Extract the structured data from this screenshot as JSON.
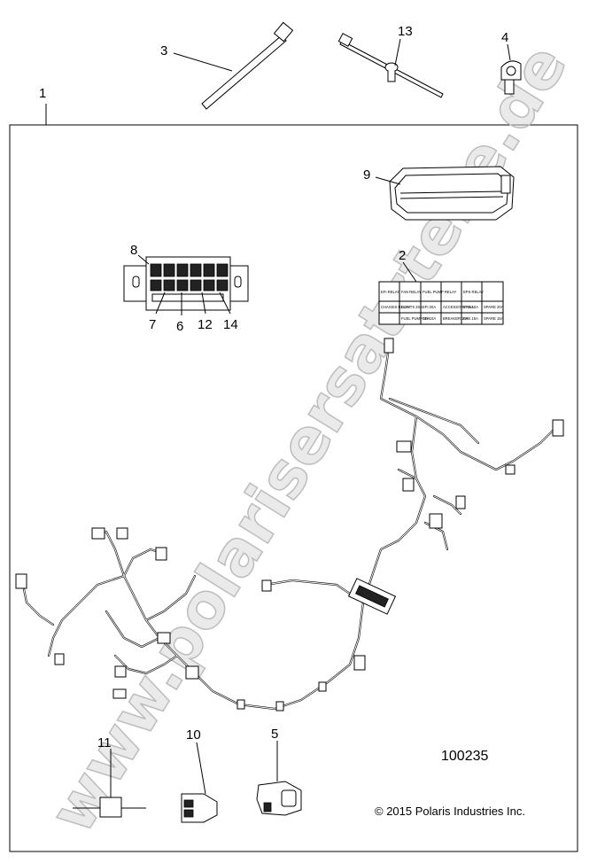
{
  "drawing": {
    "drawing_number": "100235",
    "copyright": "© 2015 Polaris Industries Inc.",
    "watermark": "www.polarisersatzteile.de"
  },
  "callouts": {
    "c1": "1",
    "c2": "2",
    "c3": "3",
    "c4": "4",
    "c5": "5",
    "c6": "6",
    "c7": "7",
    "c8": "8",
    "c9": "9",
    "c10": "10",
    "c11": "11",
    "c12": "12",
    "c13": "13",
    "c14": "14"
  },
  "relay_label": {
    "r1c1": "EFI RELAY",
    "r1c2": "FAN RELAY",
    "r1c3": "FUEL PUMP RELAY",
    "r1c4": "",
    "r1c5": "EPS RELAY",
    "r1c6": "",
    "r2c1": "CHASSIS RELAY",
    "r2c2": "LIGHTS 20A",
    "r2c3": "EFI 20A",
    "r2c4": "ACCESSORY 15A",
    "r2c5": "EPS 10A",
    "r2c6": "SPARE 20A",
    "r3c1": "",
    "r3c2": "FUEL PUMP 10A",
    "r3c3": "EFI 10A",
    "r3c4": "BREAKER 10A",
    "r3c5": "FAN 15A",
    "r3c6": "SPARE 15A"
  }
}
